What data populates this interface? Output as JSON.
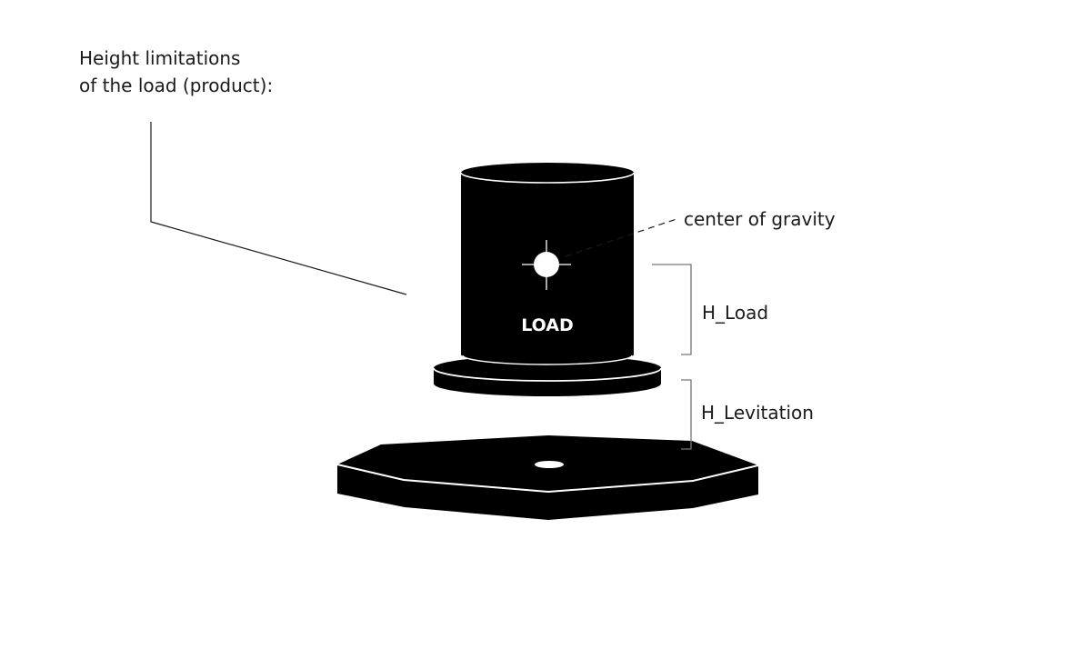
{
  "title_line1": "Height limitations",
  "title_line2": "of the load (product):",
  "center_of_gravity_label": "center of gravity",
  "load_label": "LOAD",
  "h_load_label": "H_Load",
  "h_levitation_label": "H_Levitation",
  "colors": {
    "shape_fill": "#000000",
    "edge": "#ffffff",
    "line": "#1a1a1a",
    "bracket": "#777777",
    "text": "#1a1a1a",
    "background": "#ffffff"
  }
}
